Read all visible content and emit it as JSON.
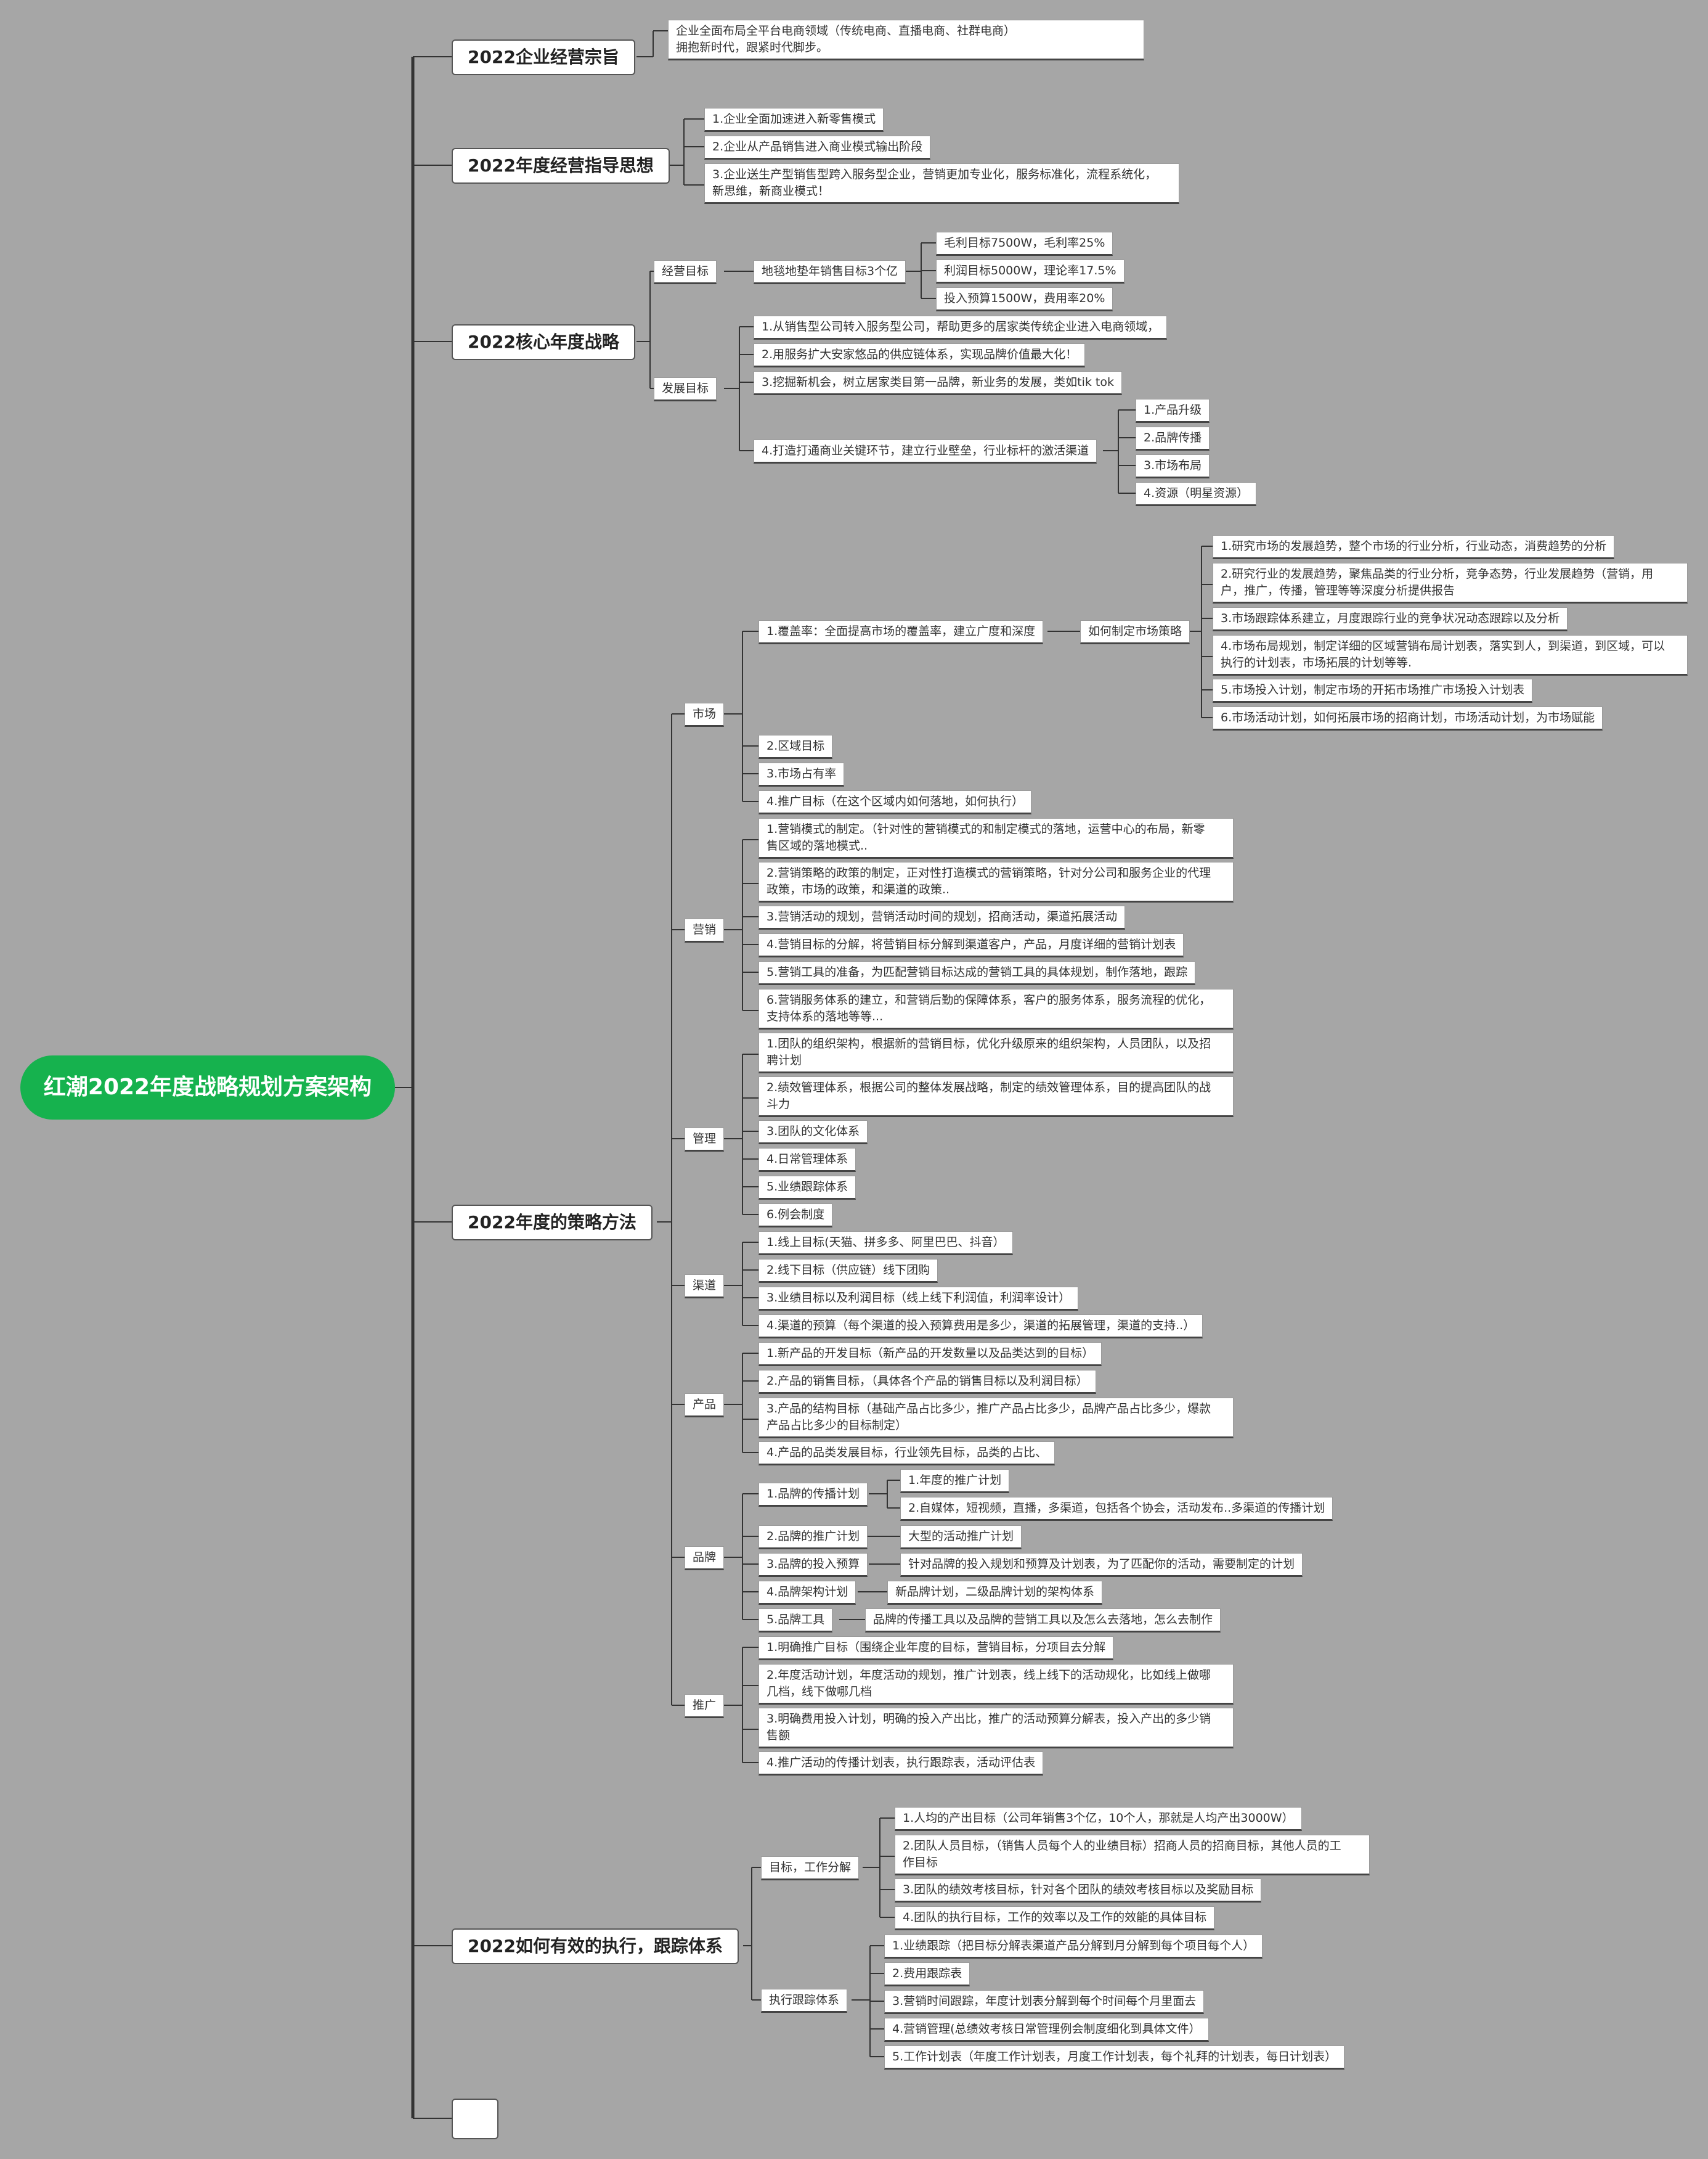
{
  "mindmap": {
    "root": "红潮2022年度战略规划方案架构",
    "branches": [
      {
        "title": "2022企业经营宗旨",
        "items": [
          "企业全面布局全平台电商领域（传统电商、直播电商、社群电商）\n拥抱新时代，跟紧时代脚步。"
        ]
      },
      {
        "title": "2022年度经营指导思想",
        "items": [
          "1.企业全面加速进入新零售模式",
          "2.企业从产品销售进入商业模式输出阶段",
          "3.企业送生产型销售型跨入服务型企业，营销更加专业化，服务标准化，流程系统化，\n新思维，新商业模式！"
        ]
      },
      {
        "title": "2022核心年度战略",
        "jingying": {
          "label": "经营目标",
          "target": "地毯地垫年销售目标3个亿",
          "subs": [
            "毛利目标7500W，毛利率25%",
            "利润目标5000W，理论率17.5%",
            "投入预算1500W，费用率20%"
          ]
        },
        "fazhan": {
          "label": "发展目标",
          "items": [
            "1.从销售型公司转入服务型公司，帮助更多的居家类传统企业进入电商领域，",
            "2.用服务扩大安家悠品的供应链体系，实现品牌价值最大化！",
            "3.挖掘新机会，树立居家类目第一品牌，新业务的发展，类如tik tok",
            "4.打造打通商业关键环节，建立行业壁垒，行业标杆的激活渠道"
          ],
          "subs": [
            "1.产品升级",
            "2.品牌传播",
            "3.市场布局",
            "4.资源（明星资源）"
          ]
        }
      },
      {
        "title": "2022年度的策略方法",
        "market": {
          "label": "市场",
          "coverage": "1.覆盖率：全面提高市场的覆盖率，建立广度和深度",
          "how": "如何制定市场策略",
          "how_items": [
            "1.研究市场的发展趋势，整个市场的行业分析，行业动态，消费趋势的分析",
            "2.研究行业的发展趋势，聚焦品类的行业分析，竞争态势，行业发展趋势（营销，用\n户，推广，传播，管理等等深度分析提供报告",
            "3.市场跟踪体系建立，月度跟踪行业的竞争状况动态跟踪以及分析",
            "4.市场布局规划，制定详细的区域营销布局计划表，落实到人，到渠道，到区域，可以\n执行的计划表，市场拓展的计划等等.",
            "5.市场投入计划，制定市场的开拓市场推广市场投入计划表",
            "6.市场活动计划，如何拓展市场的招商计划，市场活动计划，为市场赋能"
          ],
          "others": [
            "2.区域目标",
            "3.市场占有率",
            "4.推广目标（在这个区域内如何落地，如何执行）"
          ]
        },
        "marketing": {
          "label": "营销",
          "items": [
            "1.营销模式的制定。（针对性的营销模式的和制定模式的落地，运营中心的布局，新零\n售区域的落地模式..",
            "2.营销策略的政策的制定，正对性打造模式的营销策略，针对分公司和服务企业的代理\n政策，市场的政策，和渠道的政策..",
            "3.营销活动的规划，营销活动时间的规划，招商活动，渠道拓展活动",
            "4.营销目标的分解，将营销目标分解到渠道客户，产品，月度详细的营销计划表",
            "5.营销工具的准备，为匹配营销目标达成的营销工具的具体规划，制作落地，跟踪",
            "6.营销服务体系的建立，和营销后勤的保障体系，客户的服务体系，服务流程的优化，\n支持体系的落地等等..."
          ]
        },
        "management": {
          "label": "管理",
          "items": [
            "1.团队的组织架构，根据新的营销目标，优化升级原来的组织架构，人员团队，以及招\n聘计划",
            "2.绩效管理体系，根据公司的整体发展战略，制定的绩效管理体系，目的提高团队的战\n斗力",
            "3.团队的文化体系",
            "4.日常管理体系",
            "5.业绩跟踪体系",
            "6.例会制度"
          ]
        },
        "channel": {
          "label": "渠道",
          "items": [
            "1.线上目标(天猫、拼多多、阿里巴巴、抖音）",
            "2.线下目标（供应链）线下团购",
            "3.业绩目标以及利润目标（线上线下利润值，利润率设计）",
            "4.渠道的预算（每个渠道的投入预算费用是多少，渠道的拓展管理，渠道的支持..）"
          ]
        },
        "product": {
          "label": "产品",
          "items": [
            "1.新产品的开发目标（新产品的开发数量以及品类达到的目标）",
            "2.产品的销售目标，（具体各个产品的销售目标以及利润目标）",
            "3.产品的结构目标（基础产品占比多少，推广产品占比多少，品牌产品占比多少，爆款\n产品占比多少的目标制定）",
            "4.产品的品类发展目标，行业领先目标，品类的占比、"
          ]
        },
        "brand": {
          "label": "品牌",
          "items": [
            "1.品牌的传播计划",
            "2.品牌的推广计划",
            "3.品牌的投入预算",
            "4.品牌架构计划",
            "5.品牌工具"
          ],
          "details": [
            "1.年度的推广计划",
            "2.自媒体，短视频，直播，多渠道，包括各个协会，活动发布..多渠道的传播计划",
            "大型的活动推广计划",
            "针对品牌的投入规划和预算及计划表，为了匹配你的活动，需要制定的计划",
            "新品牌计划，二级品牌计划的架构体系",
            "品牌的传播工具以及品牌的营销工具以及怎么去落地，怎么去制作"
          ]
        },
        "promotion": {
          "label": "推广",
          "items": [
            "1.明确推广目标（围绕企业年度的目标，营销目标，分项目去分解",
            "2.年度活动计划，年度活动的规划，推广计划表，线上线下的活动规化，比如线上做哪\n几档，线下做哪几档",
            "3.明确费用投入计划，明确的投入产出比，推广的活动预算分解表，投入产出的多少销\n售额",
            "4.推广活动的传播计划表，执行跟踪表，活动评估表"
          ]
        }
      },
      {
        "title": "2022如何有效的执行，跟踪体系",
        "goal": {
          "label": "目标，工作分解",
          "items": [
            "1.人均的产出目标（公司年销售3个亿，10个人，那就是人均产出3000W）",
            "2.团队人员目标，（销售人员每个人的业绩目标）招商人员的招商目标，其他人员的工\n作目标",
            "3.团队的绩效考核目标，针对各个团队的绩效考核目标以及奖励目标",
            "4.团队的执行目标，工作的效率以及工作的效能的具体目标"
          ]
        },
        "track": {
          "label": "执行跟踪体系",
          "items": [
            "1.业绩跟踪（把目标分解表渠道产品分解到月分解到每个项目每个人）",
            "2.费用跟踪表",
            "3.营销时间跟踪，年度计划表分解到每个时间每个月里面去",
            "4.营销管理(总绩效考核日常管理例会制度细化到具体文件）",
            "5.工作计划表（年度工作计划表，月度工作计划表，每个礼拜的计划表，每日计划表）"
          ]
        }
      },
      {
        "title": ""
      }
    ]
  }
}
